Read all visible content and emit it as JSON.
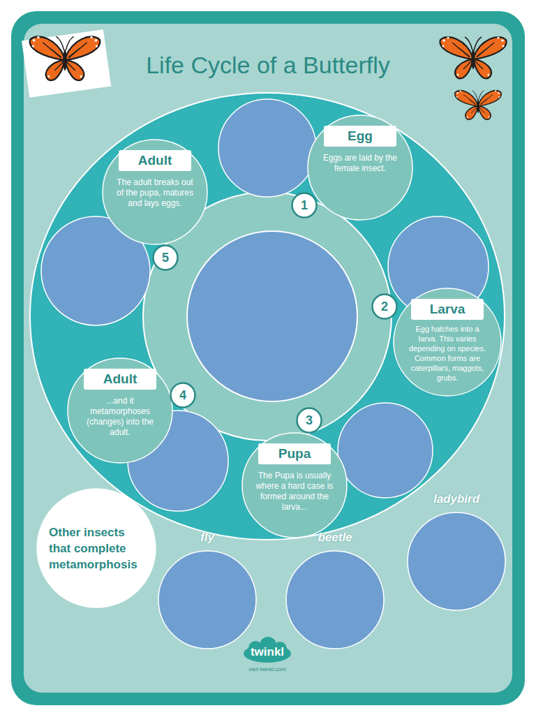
{
  "diagram": {
    "title": "Life Cycle of a Butterfly",
    "nodes": [
      {
        "text": [
          "Egg",
          "Eggs are laid by the female insect."
        ]
      },
      {
        "text": [
          "Larva",
          "Egg hatches into a larva. This varies depending on species. Common forms are caterpillars, maggots, grubs."
        ]
      },
      {
        "text": [
          "Pupa",
          "The Pupa is usually where a hard case is formed around the larva..."
        ]
      },
      {
        "text": [
          "Adult",
          "...and it metamorphoses (changes) into the adult."
        ]
      },
      {
        "text": [
          "Adult",
          "The adult breaks out of the pupa, matures and lays eggs."
        ]
      },
      {
        "text": [
          "1"
        ]
      },
      {
        "text": [
          "2"
        ]
      },
      {
        "text": [
          "3"
        ]
      },
      {
        "text": [
          "4"
        ]
      },
      {
        "text": [
          "5"
        ]
      },
      {
        "text": [
          "Other insects that complete metamorphosis"
        ]
      },
      {
        "text": [
          "fly"
        ]
      },
      {
        "text": [
          "beetle"
        ]
      },
      {
        "text": [
          "ladybird"
        ]
      }
    ],
    "labels": [
      "twinkl",
      "visit twinkl.com"
    ]
  }
}
